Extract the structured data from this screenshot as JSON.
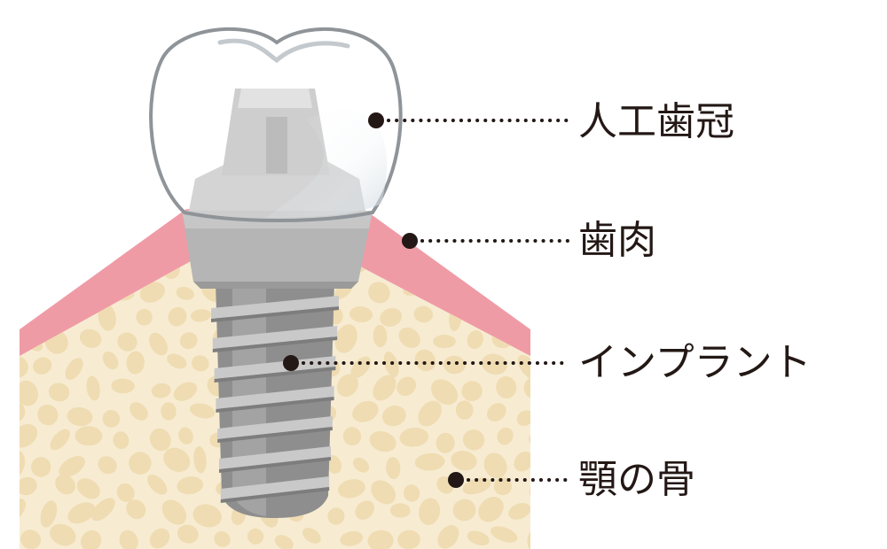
{
  "labels": {
    "crown": "人工歯冠",
    "gum": "歯肉",
    "implant": "インプラント",
    "jawbone": "顎の骨"
  },
  "colors": {
    "gum": "#ef9ba6",
    "gum_edge": "#f6c2c8",
    "bone": "#f7ecd2",
    "bone_cell": "#efdcb2",
    "metal_light": "#cfcfcf",
    "metal_mid": "#a9a9a9",
    "metal_dark": "#8a8a8a",
    "crown_outline": "#8f9499",
    "leader": "#231815"
  }
}
